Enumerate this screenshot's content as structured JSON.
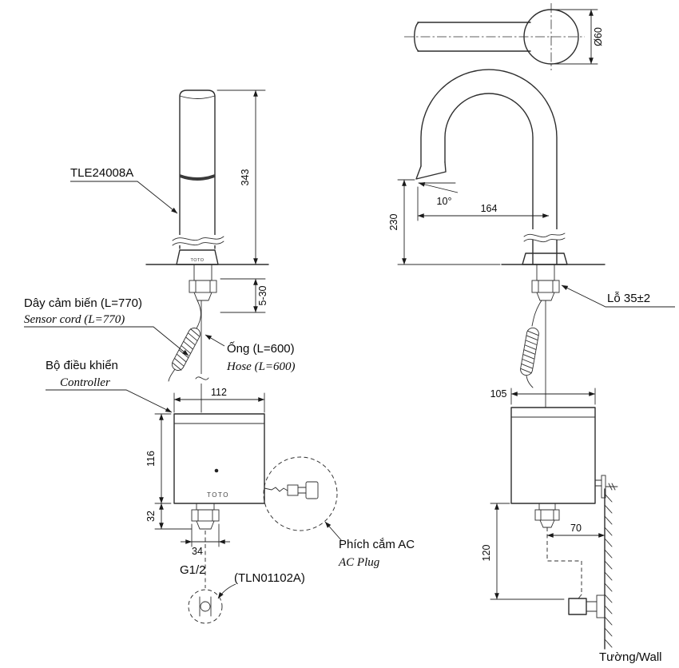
{
  "labels": {
    "model": "TLE24008A",
    "sensor_cord_vi": "Dây cảm biến (L=770)",
    "sensor_cord_en": "Sensor cord (L=770)",
    "controller_vi": "Bộ điều khiển",
    "controller_en": "Controller",
    "hose_vi": "Ống (L=600)",
    "hose_en": "Hose (L=600)",
    "ac_plug_vi": "Phích cắm AC",
    "ac_plug_en": "AC Plug",
    "thread": "G1/2",
    "valve_ref": "(TLN01102A)",
    "hole": "Lỗ 35±2",
    "wall": "Tường/Wall",
    "brand": "TOTO"
  },
  "dimensions": {
    "spout_height": "343",
    "deck_thickness": "5-30",
    "controller_width_front": "112",
    "controller_height": "116",
    "outlet_offset": "32",
    "connector_width": "34",
    "spout_diameter": "Ø60",
    "outlet_height": "230",
    "spout_reach": "164",
    "outlet_angle": "10°",
    "controller_depth": "105",
    "plug_wall_distance": "70",
    "bottom_clearance": "120"
  }
}
